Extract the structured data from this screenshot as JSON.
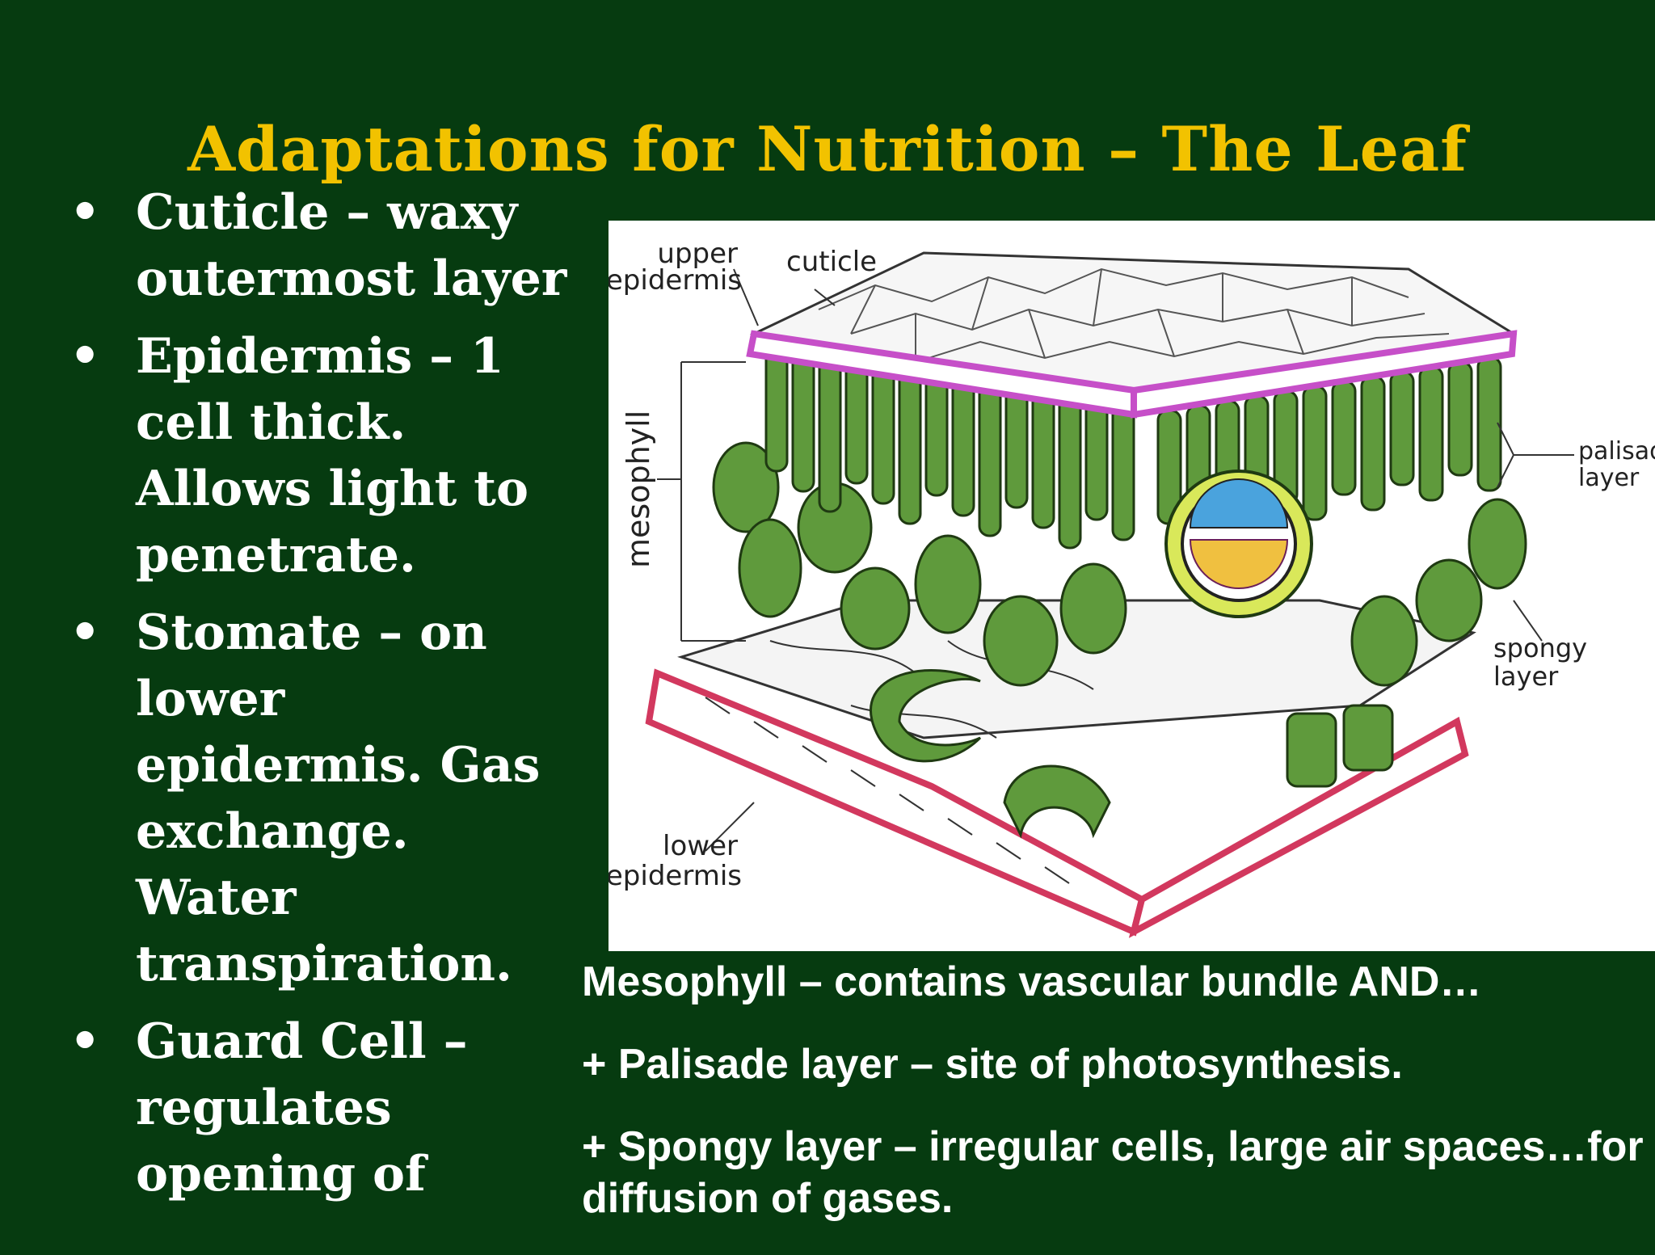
{
  "slide": {
    "title": "Adaptations for Nutrition – The Leaf",
    "bullets": [
      {
        "text": "Cuticle – waxy outermost layer"
      },
      {
        "text": "Epidermis – 1 cell thick. Allows light to penetrate."
      },
      {
        "text": "Stomate – on lower epidermis. Gas exchange. Water transpiration."
      },
      {
        "text": "Guard Cell – regulates opening of"
      }
    ],
    "bullet_symbol": "•",
    "notes": [
      "Mesophyll –  contains vascular bundle  AND…",
      "+ Palisade layer – site of photosynthesis.",
      "+ Spongy layer – irregular cells, large air spaces…for diffusion of gases."
    ]
  },
  "diagram": {
    "labels": {
      "upper": "upper",
      "epidermis_upper": "epidermis",
      "cuticle": "cuticle",
      "mesophyll": "mesophyll",
      "palisade": "palisade",
      "layer_palisade": "layer",
      "spongy": "spongy",
      "layer_spongy": "layer",
      "lower": "lower",
      "epidermis_lower": "epidermis"
    },
    "colors": {
      "background": "#063b10",
      "title": "#f2c200",
      "cell_green": "#5f9a3c",
      "upper_wall": "#c64fc8",
      "lower_wall": "#d2385e",
      "xylem": "#4aa3dd",
      "phloem": "#f0c040"
    }
  }
}
